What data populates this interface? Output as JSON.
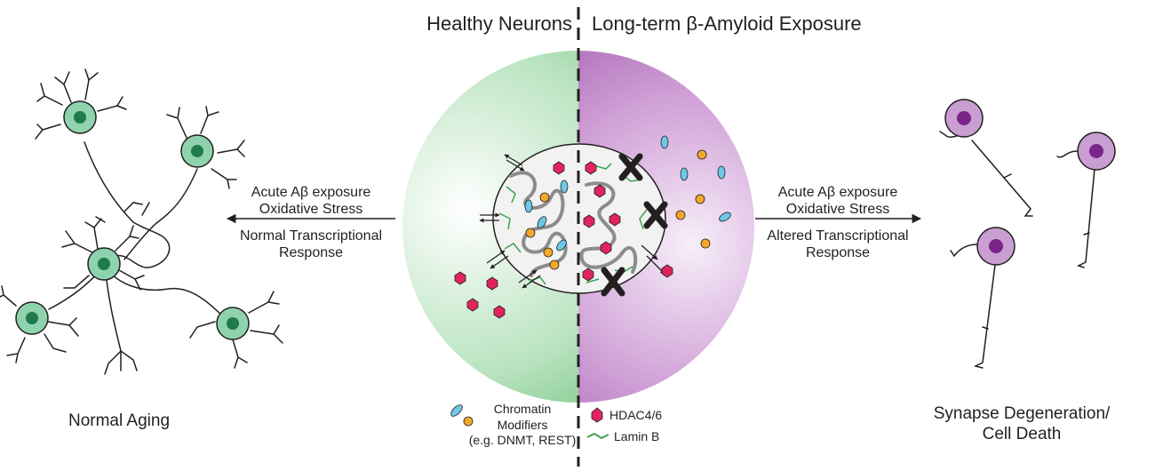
{
  "titles": {
    "left": "Healthy Neurons",
    "right": "Long-term β-Amyloid Exposure"
  },
  "left_arrow": {
    "line1": "Acute Aβ exposure",
    "line2": "Oxidative Stress",
    "line3": "Normal Transcriptional",
    "line4": "Response"
  },
  "right_arrow": {
    "line1": "Acute Aβ exposure",
    "line2": "Oxidative Stress",
    "line3": "Altered Transcriptional",
    "line4": "Response"
  },
  "outcomes": {
    "left": "Normal Aging",
    "right_line1": "Synapse Degeneration/",
    "right_line2": "Cell Death"
  },
  "legend": {
    "chromatin_line1": "Chromatin",
    "chromatin_line2": "Modifiers",
    "chromatin_line3": "(e.g. DNMT, REST)",
    "hdac": "HDAC4/6",
    "lamin": "Lamin B"
  },
  "colors": {
    "healthy_green": "#72c483",
    "neuron_green": "#8ed3ad",
    "nucleus_green": "#1f7a4c",
    "amyloid_purple": "#a259ad",
    "neuron_purple": "#c99ed3",
    "nucleus_purple": "#7a2489",
    "hdac_red": "#e0245e",
    "chromatin_blue": "#6dc7e8",
    "chromatin_orange": "#f2a929",
    "lamin_green": "#3aa24f"
  }
}
